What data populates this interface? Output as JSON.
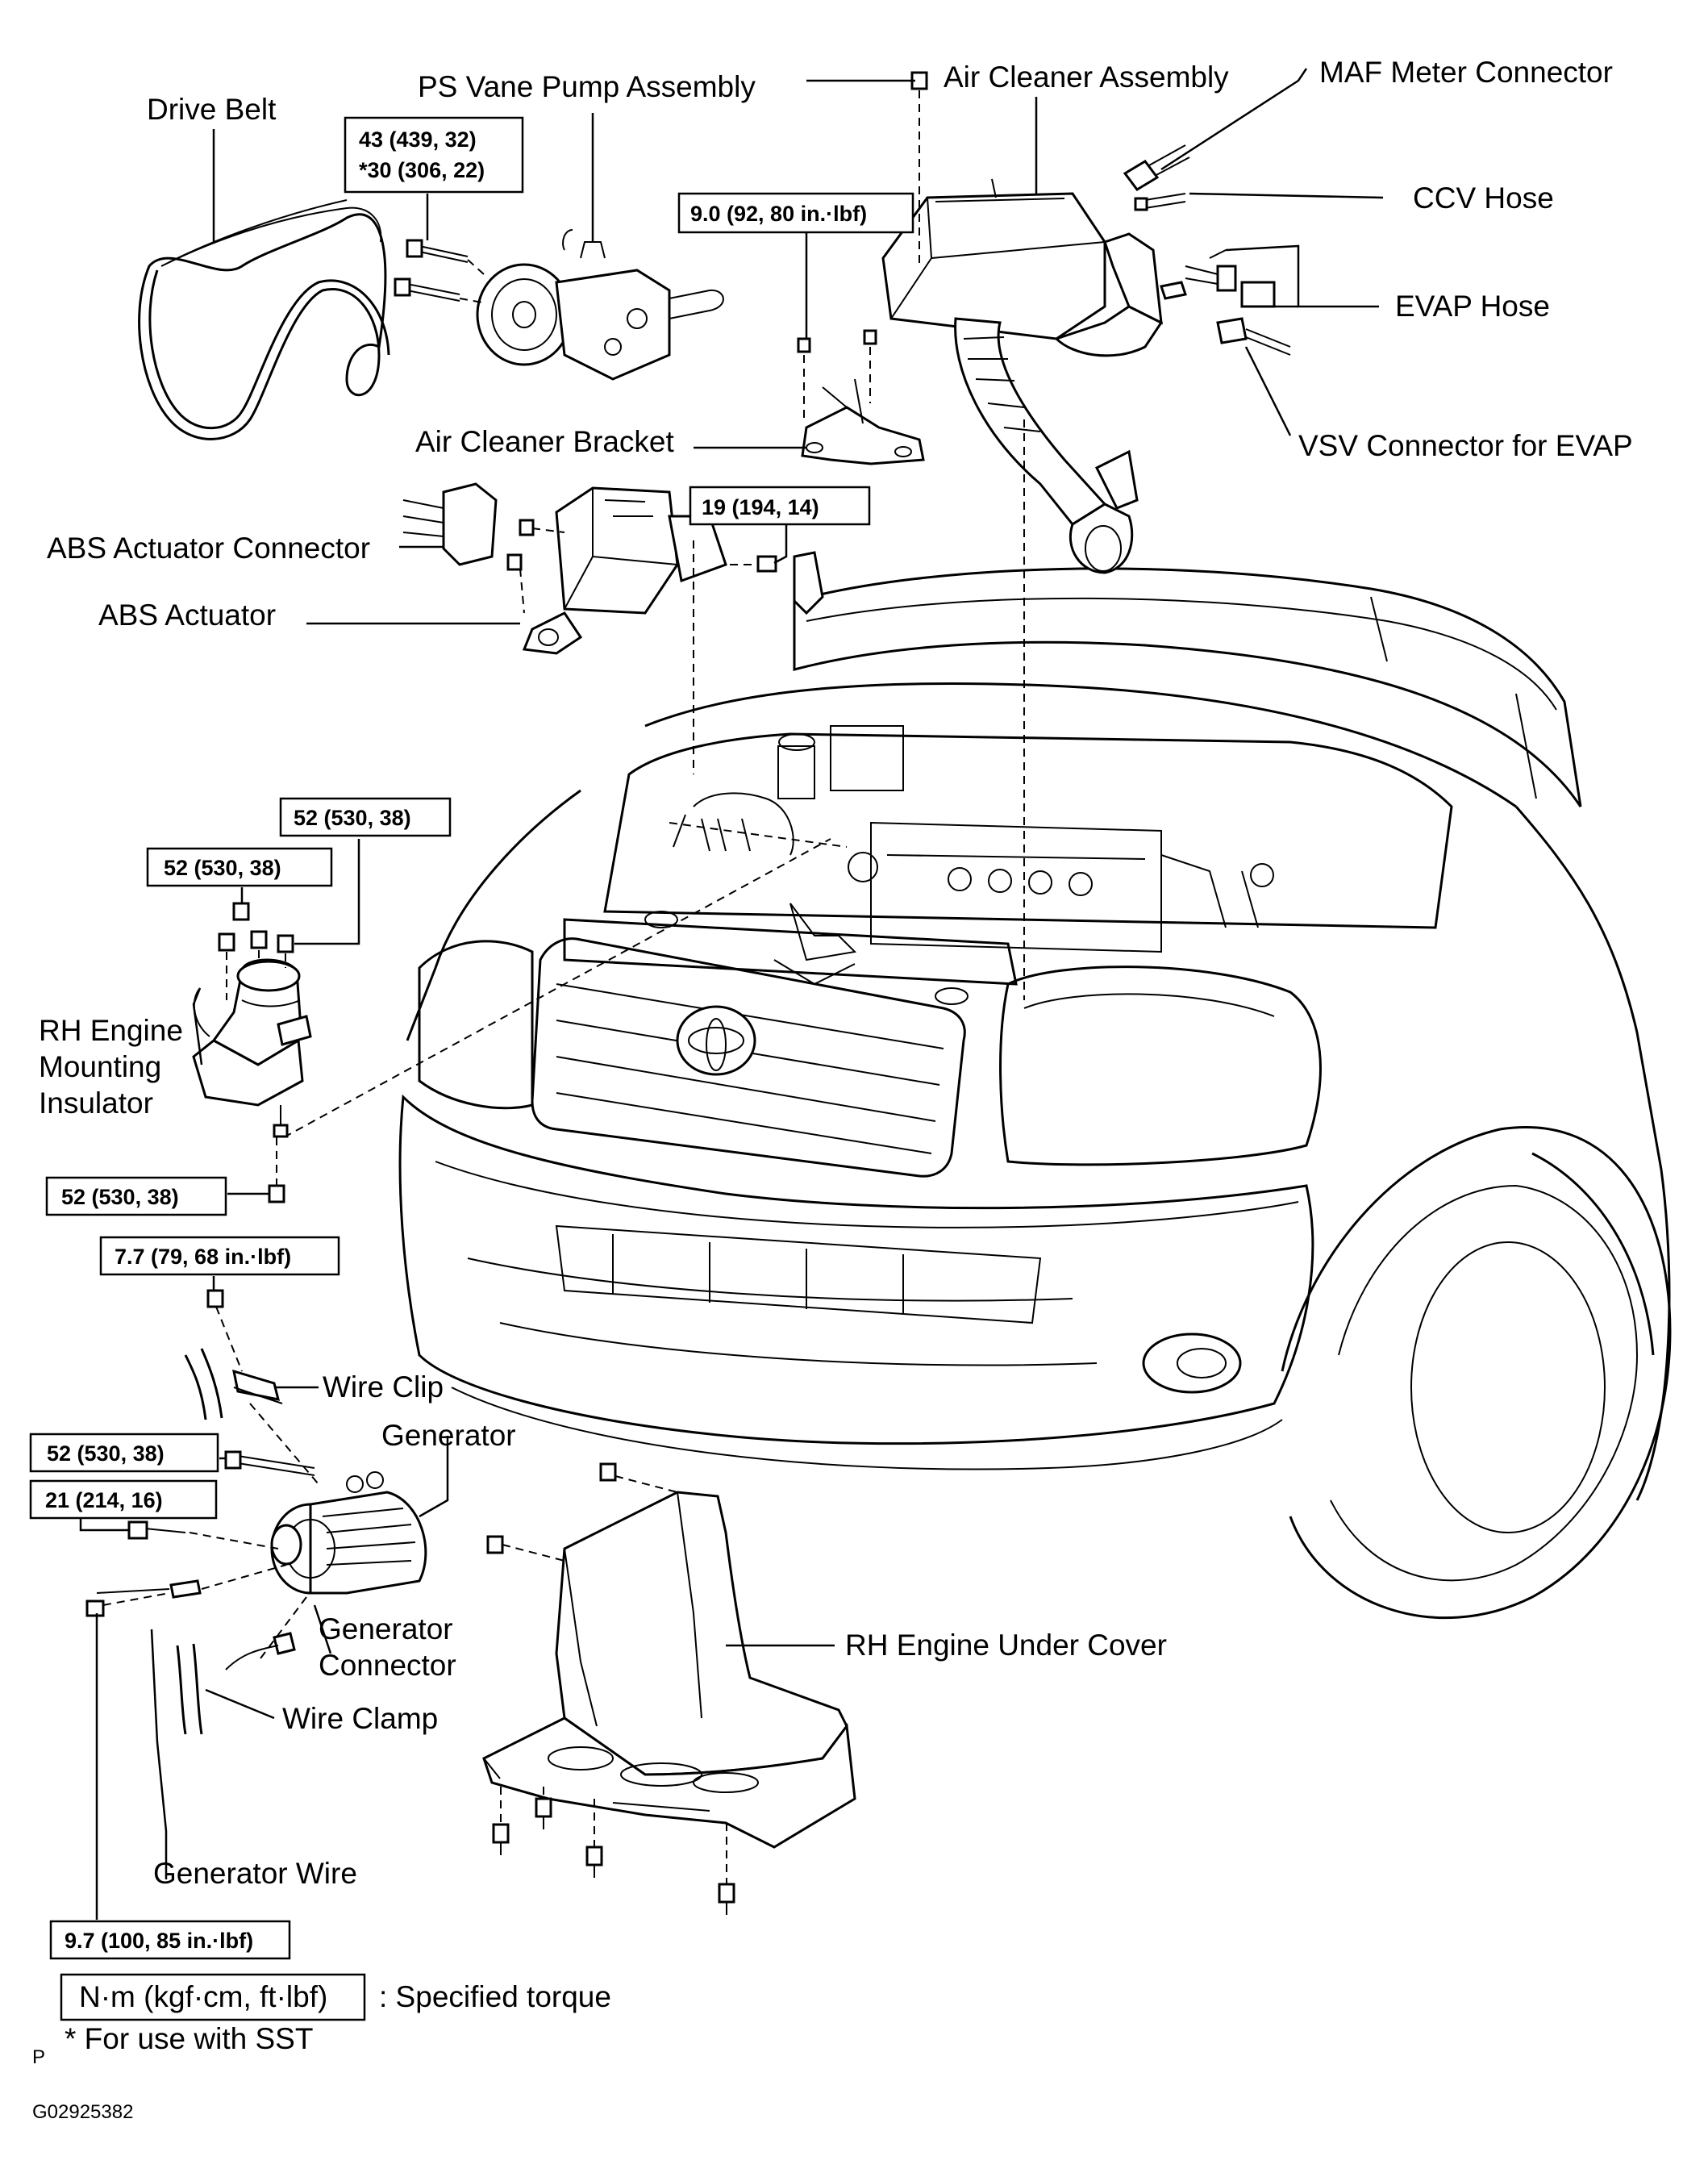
{
  "labels": {
    "drive_belt": "Drive Belt",
    "ps_vane_pump": "PS Vane Pump Assembly",
    "air_cleaner_assembly": "Air Cleaner Assembly",
    "maf_meter_connector": "MAF Meter Connector",
    "ccv_hose": "CCV Hose",
    "evap_hose": "EVAP Hose",
    "vsv_connector": "VSV Connector for EVAP",
    "air_cleaner_bracket": "Air Cleaner Bracket",
    "abs_actuator_connector": "ABS Actuator Connector",
    "abs_actuator": "ABS Actuator",
    "rh_engine_mounting_1": "RH Engine",
    "rh_engine_mounting_2": "Mounting",
    "rh_engine_mounting_3": "Insulator",
    "wire_clip": "Wire Clip",
    "generator": "Generator",
    "generator_connector_1": "Generator",
    "generator_connector_2": "Connector",
    "wire_clamp": "Wire Clamp",
    "generator_wire": "Generator Wire",
    "rh_engine_under_cover": "RH Engine Under Cover"
  },
  "torques": {
    "ps_pump_1": "43 (439,  32)",
    "ps_pump_2": "*30 (306, 22)",
    "air_cleaner": "9.0 (92, 80 in.·lbf)",
    "abs_bracket": "19 (194, 14)",
    "mount_top_right": "52 (530, 38)",
    "mount_top_left": "52 (530, 38)",
    "mount_bottom": "52 (530, 38)",
    "wire_clip": "7.7 (79, 68 in.·lbf)",
    "generator_bolt": "52 (530, 38)",
    "generator_lower": "21 (214, 16)",
    "generator_wire": "9.7 (100, 85 in.·lbf)"
  },
  "legend": {
    "unit_box": "N·m (kgf·cm, ft·lbf)",
    "unit_desc": ": Specified torque",
    "sst_note": "* For use with SST"
  },
  "footer": {
    "letter": "P",
    "figure_id": "G02925382"
  }
}
